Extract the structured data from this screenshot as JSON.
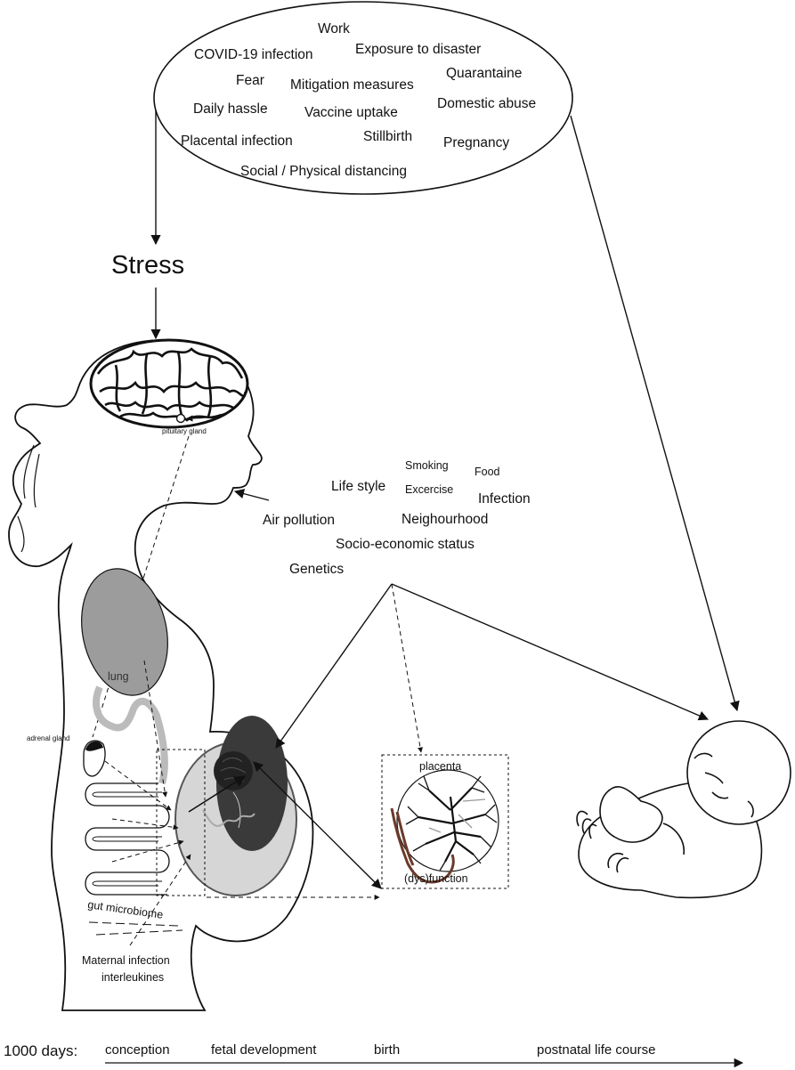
{
  "stressors": {
    "items": [
      "Work",
      "COVID-19 infection",
      "Exposure to disaster",
      "Fear",
      "Mitigation measures",
      "Quarantaine",
      "Daily hassle",
      "Vaccine uptake",
      "Domestic abuse",
      "Placental infection",
      "Stillbirth",
      "Pregnancy",
      "Social / Physical distancing"
    ]
  },
  "stress_label": "Stress",
  "body_labels": {
    "pituitary": "pituitary gland",
    "lung": "lung",
    "adrenal": "adrenal gland",
    "gut": "gut microbiome",
    "maternal_infection": "Maternal infection",
    "interleukines": "interleukines"
  },
  "environment": {
    "smoking": "Smoking",
    "food": "Food",
    "life_style": "Life style",
    "excercise": "Excercise",
    "infection": "Infection",
    "air_pollution": "Air pollution",
    "neighbourhood": "Neighourhood",
    "socio_economic": "Socio-economic status",
    "genetics": "Genetics"
  },
  "placenta": {
    "title": "placenta",
    "function": "(dys)function"
  },
  "timeline": {
    "lead": "1000 days:",
    "stages": [
      "conception",
      "fetal development",
      "birth",
      "postnatal life course"
    ]
  },
  "colors": {
    "line": "#111111",
    "organ_fill": "#9c9c9c",
    "fetus_fill": "#3a3a3a",
    "womb_fill": "#d6d6d6",
    "adrenal_fill": "#111111"
  }
}
